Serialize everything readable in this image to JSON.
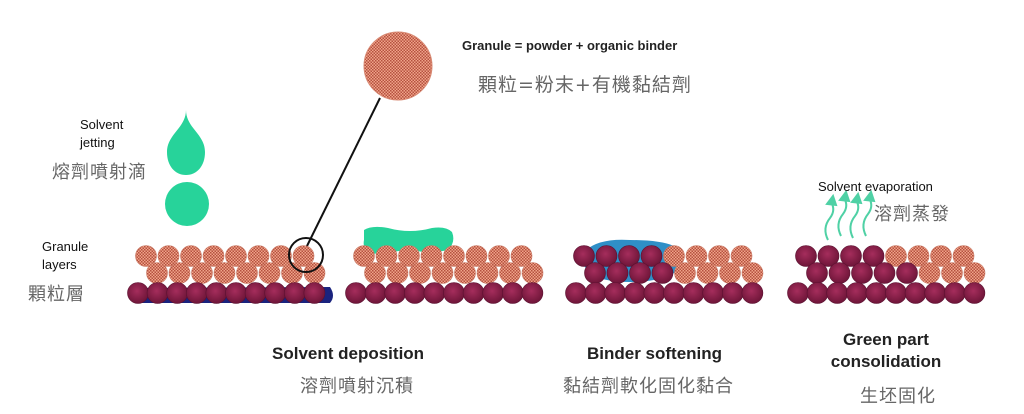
{
  "legend": {
    "en": "Granule = powder + organic binder",
    "cn": "顆粒=粉末+有機黏結劑"
  },
  "labels": {
    "jetting_en_1": "Solvent",
    "jetting_en_2": "jetting",
    "jetting_cn": "熔劑噴射滴",
    "layers_en_1": "Granule",
    "layers_en_2": "layers",
    "layers_cn": "顆粒層",
    "evap_en": "Solvent evaporation",
    "evap_cn": "溶劑蒸發"
  },
  "stages": [
    {
      "en": "Solvent deposition",
      "cn": "溶劑噴射沉積"
    },
    {
      "en": "Binder softening",
      "cn": "黏結劑軟化固化黏合"
    },
    {
      "en_1": "Green part",
      "en_2": "consolidation",
      "cn": "生坯固化"
    }
  ],
  "colors": {
    "granule_fill": "#e8957a",
    "granule_dot": "#b04a3c",
    "dense_fill": "#8a1f4a",
    "solvent_green": "#27d39a",
    "softened_blue": "#2f8fc7",
    "base_blue": "#1a237e"
  }
}
